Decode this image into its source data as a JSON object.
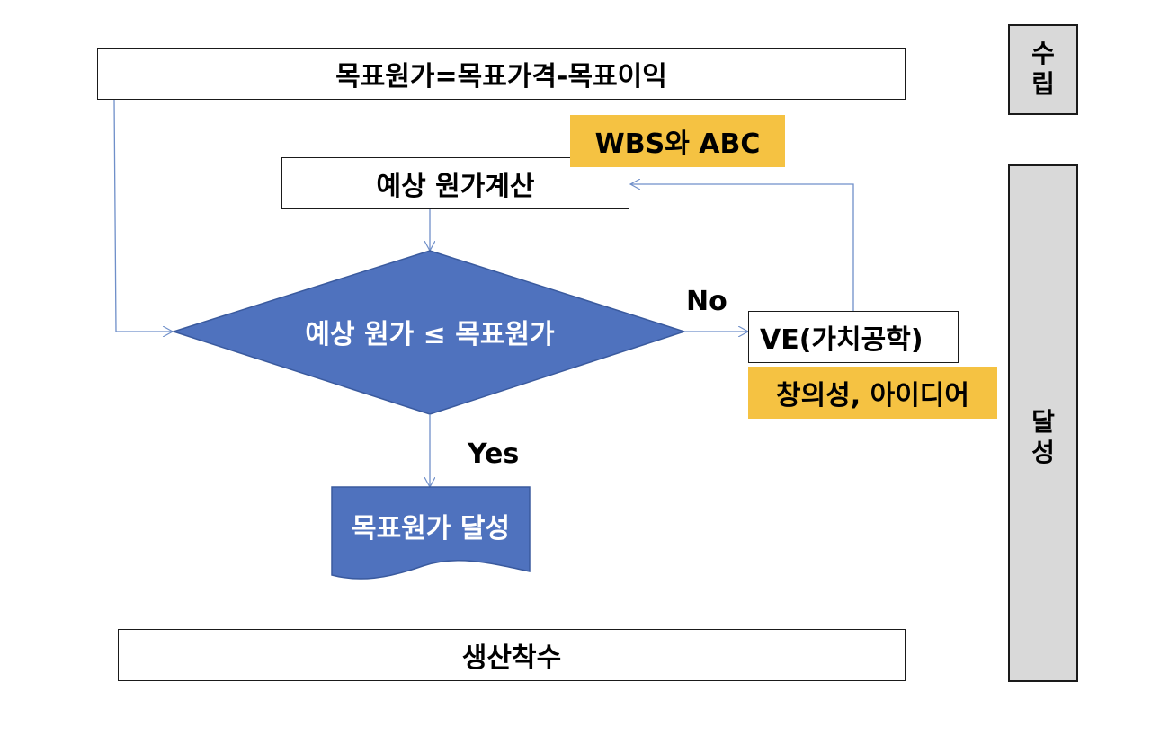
{
  "diagram": {
    "top_formula": "목표원가=목표가격-목표이익",
    "tag_wbs": "WBS와 ABC",
    "estimate_box": "예상 원가계산",
    "decision": "예상 원가 ≤ 목표원가",
    "no_label": "No",
    "yes_label": "Yes",
    "ve_box": "VE(가치공학)",
    "tag_creativity": "창의성, 아이디어",
    "achieved": "목표원가 달성",
    "production": "생산착수",
    "phase_establish": [
      "수",
      "립"
    ],
    "phase_achieve": [
      "달",
      "성"
    ]
  },
  "colors": {
    "shape_fill": "#4f72be",
    "shape_stroke": "#3a5a9e",
    "connector": "#6f8fc9",
    "tag_fill": "#f5c242",
    "phase_fill": "#d9d9d9"
  }
}
